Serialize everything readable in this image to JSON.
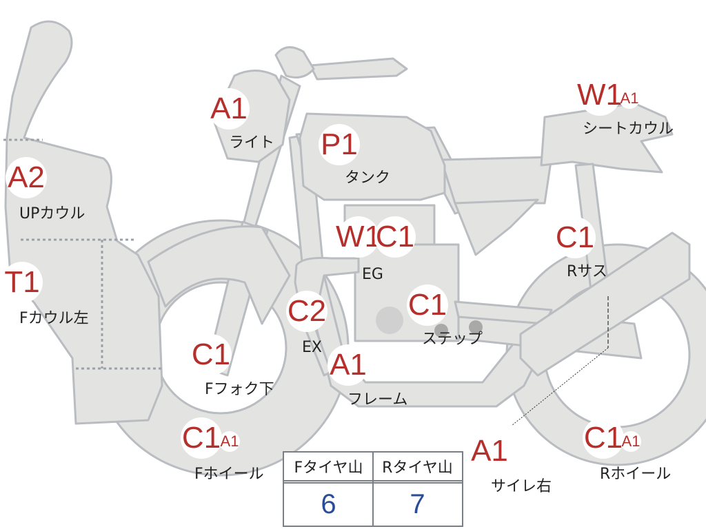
{
  "colors": {
    "part_fill": "#e3e3e1",
    "part_stroke": "#b9bcc0",
    "code_text": "#b5302c",
    "value_text": "#2a4b96"
  },
  "parts": {
    "up_cowl": {
      "codes": [
        "A2"
      ],
      "label": "UPカウル"
    },
    "f_cowl_left": {
      "codes": [
        "T1"
      ],
      "label": "Fカウル左"
    },
    "light": {
      "codes": [
        "A1"
      ],
      "label": "ライト"
    },
    "tank": {
      "codes": [
        "P1"
      ],
      "label": "タンク"
    },
    "seat_cowl": {
      "codes": [
        "W1",
        "A1"
      ],
      "label": "シートカウル"
    },
    "engine": {
      "codes": [
        "W1",
        "C1"
      ],
      "label": "EG"
    },
    "exhaust": {
      "codes": [
        "C2"
      ],
      "label": "EX"
    },
    "step": {
      "codes": [
        "C1"
      ],
      "label": "ステップ"
    },
    "r_suspension": {
      "codes": [
        "C1"
      ],
      "label": "Rサス"
    },
    "f_fork_lower": {
      "codes": [
        "C1"
      ],
      "label": "Fフォク下"
    },
    "frame": {
      "codes": [
        "A1"
      ],
      "label": "フレーム"
    },
    "f_wheel": {
      "codes": [
        "C1",
        "A1"
      ],
      "label": "Fホイール"
    },
    "silencer_r": {
      "codes": [
        "A1"
      ],
      "label": "サイレ右"
    },
    "r_wheel": {
      "codes": [
        "C1",
        "A1"
      ],
      "label": "Rホイール"
    }
  },
  "tire_table": {
    "headers": [
      "Fタイヤ山",
      "Rタイヤ山"
    ],
    "values": [
      "6",
      "7"
    ]
  }
}
